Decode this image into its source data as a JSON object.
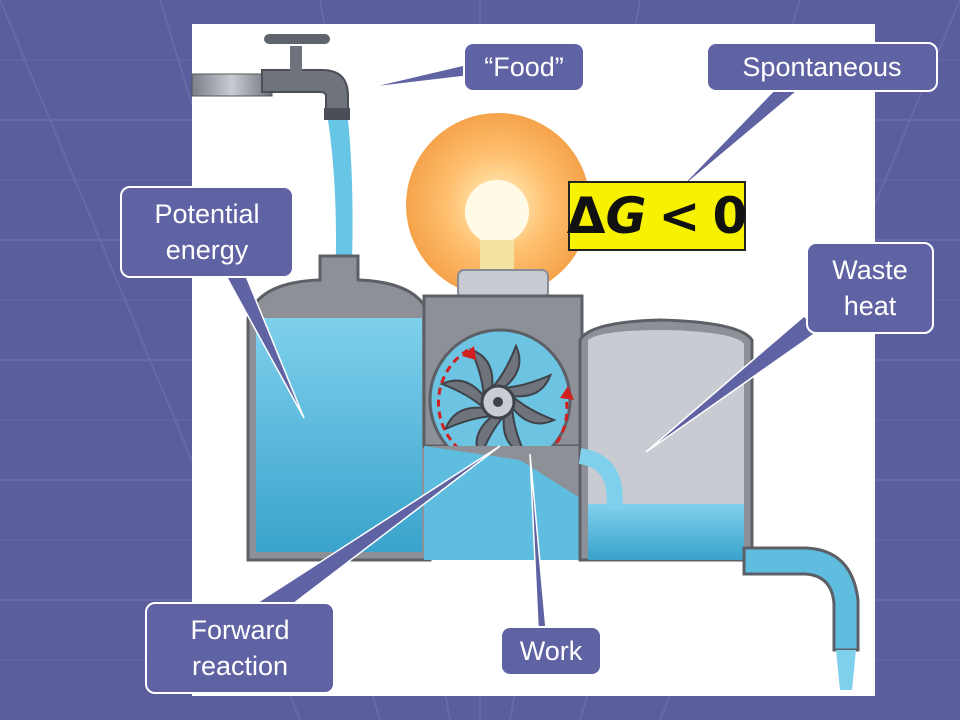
{
  "callouts": {
    "food": "“Food”",
    "spontaneous": "Spontaneous",
    "potential_energy": "Potential\nenergy",
    "waste_heat": "Waste\nheat",
    "forward_reaction": "Forward\nreaction",
    "work": "Work"
  },
  "equation": {
    "delta": "Δ",
    "symbol": "G",
    "relation": "<",
    "value": "0"
  },
  "colors": {
    "background": "#5b5e9c",
    "callout_fill": "#6063a3",
    "water": "#4fb6d8",
    "highlight_box": "#f6f200",
    "arrows": "#d21f1f"
  }
}
